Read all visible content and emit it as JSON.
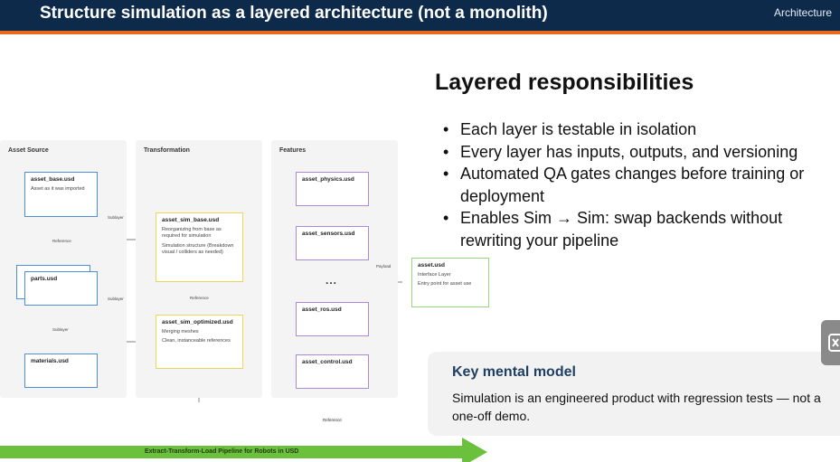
{
  "header": {
    "title": "Structure simulation as a layered architecture (not a monolith)",
    "section": "Architecture"
  },
  "diagram": {
    "columns": {
      "asset_source": "Asset Source",
      "transformation": "Transformation",
      "features": "Features"
    },
    "nodes": {
      "asset_base": {
        "title": "asset_base.usd",
        "desc": "Asset as it was imported"
      },
      "parts": {
        "title": "parts.usd"
      },
      "materials": {
        "title": "materials.usd"
      },
      "asset_sim_base": {
        "title": "asset_sim_base.usd",
        "desc": "Reorganizing from base as required for simulation",
        "desc2": "Simulation structure (Breakdown visual / colliders as needed)"
      },
      "asset_sim_optimized": {
        "title": "asset_sim_optimized.usd",
        "desc": "Merging meshes",
        "desc2": "Clean, instanceable references"
      },
      "asset_physics": {
        "title": "asset_physics.usd"
      },
      "asset_sensors": {
        "title": "asset_sensors.usd"
      },
      "asset_ros": {
        "title": "asset_ros.usd"
      },
      "asset_control": {
        "title": "asset_control.usd"
      },
      "asset": {
        "title": "asset.usd",
        "desc": "Interface Layer",
        "desc2": "Entry point for asset use"
      }
    },
    "labels": {
      "sublayer": "Sublayer",
      "reference": "Reference",
      "payload": "Payload"
    },
    "ellipsis": "..."
  },
  "responsibilities": {
    "heading": "Layered responsibilities",
    "bullets": [
      "Each layer is testable in isolation",
      "Every layer has inputs, outputs, and versioning",
      "Automated QA gates changes before training or deployment",
      "Enables Sim → Sim: swap backends without rewriting your pipeline"
    ]
  },
  "callout": {
    "title": "Key mental model",
    "body": "Simulation is an engineered product with regression tests — not a one-off demo."
  },
  "pipeline": {
    "label": "Extract-Transform-Load Pipeline for Robots in USD"
  },
  "colors": {
    "header_bg": "#0e2a4a",
    "accent": "#e86a1c",
    "pipeline_green": "#6cc13c",
    "node_blue": "#4d8fd8",
    "node_yellow": "#f0d35a",
    "node_purple": "#a88ad8",
    "node_green": "#9bd67c"
  }
}
